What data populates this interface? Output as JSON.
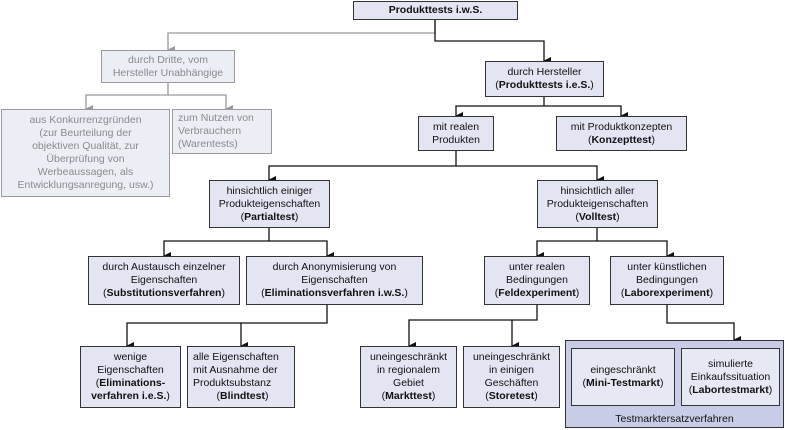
{
  "root": {
    "bold": "Produkttests i.w.S."
  },
  "dritte": {
    "l1": "durch Dritte, vom",
    "l2": "Hersteller Unabhängige"
  },
  "konkurrenz": {
    "lines": [
      "aus Konkurrenzgründen",
      "(zur Beurteilung der",
      "objektiven Qualität, zur",
      "Überprüfung von",
      "Werbeaussagen, als",
      "Entwicklungsanregung, usw.)"
    ]
  },
  "verbraucher": {
    "lines": [
      "zum  Nutzen von",
      "Verbrauchern",
      "(Warentests)"
    ]
  },
  "hersteller": {
    "l1": "durch Hersteller",
    "bold": "Produkttests i.e.S."
  },
  "realen": {
    "l1": "mit realen",
    "l2": "Produkten"
  },
  "konzepte": {
    "l1": "mit Produktkonzepten",
    "bold": "Konzepttest"
  },
  "partial": {
    "l1": "hinsichtlich einiger",
    "l2": "Produkteigenschaften",
    "bold": "Partialtest"
  },
  "voll": {
    "l1": "hinsichtlich aller",
    "l2": "Produkteigenschaften",
    "bold": "Volltest"
  },
  "substitution": {
    "l1": "durch Austausch einzelner",
    "l2": "Eigenschaften",
    "bold": "Substitutionsverfahren"
  },
  "anonym": {
    "l1": "durch Anonymisierung von",
    "l2": "Eigenschaften",
    "bold": "Eliminationsverfahren i.w.S."
  },
  "feld": {
    "l1": "unter realen",
    "l2": "Bedingungen",
    "bold": "Feldexperiment"
  },
  "labor": {
    "l1": "unter künstlichen",
    "l2": "Bedingungen",
    "bold": "Laborexperiment"
  },
  "wenige": {
    "l1": "wenige",
    "l2": "Eigenschaften",
    "bold1": "Eliminations-",
    "bold2": "verfahren i.e.S."
  },
  "blind": {
    "l1": "alle Eigenschaften",
    "l2": "mit Ausnahme der",
    "l3": "Produktsubstanz",
    "bold": "Blindtest"
  },
  "markt": {
    "l1": "uneingeschränkt",
    "l2": "in regionalem",
    "l3": "Gebiet",
    "bold": "Markttest"
  },
  "store": {
    "l1": "uneingeschränkt",
    "l2": "in einigen",
    "l3": "Geschäften",
    "bold": "Storetest"
  },
  "mini": {
    "l1": "eingeschränkt",
    "bold": "Mini-Testmarkt"
  },
  "simuliert": {
    "l1": "simulierte",
    "l2": "Einkaufssituation",
    "bold": "Labortestmarkt"
  },
  "ersatz": {
    "label": "Testmarktersatzverfahren"
  }
}
